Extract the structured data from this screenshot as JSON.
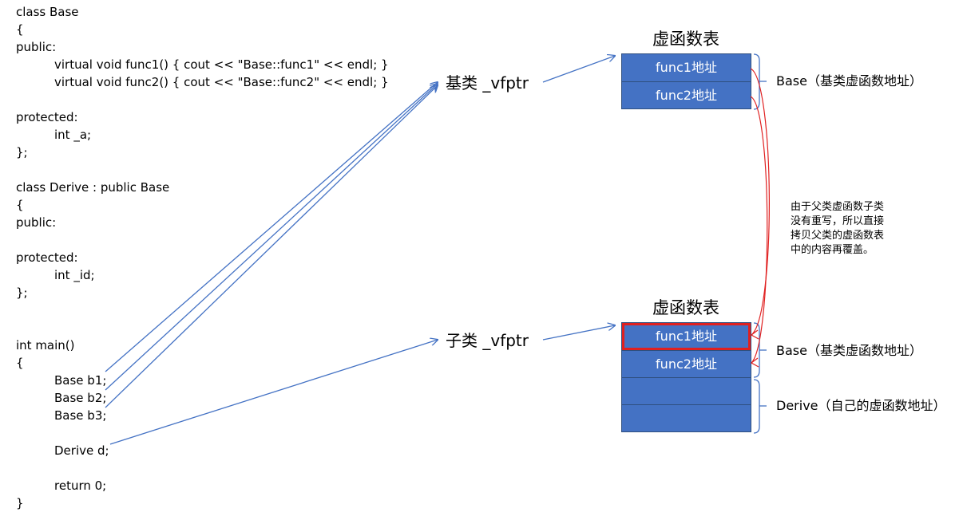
{
  "code_lines": [
    {
      "text": "class Base",
      "indent": false
    },
    {
      "text": "{",
      "indent": false
    },
    {
      "text": "public:",
      "indent": false
    },
    {
      "text": "virtual void func1() { cout << \"Base::func1\" << endl; }",
      "indent": true
    },
    {
      "text": "virtual void func2() { cout << \"Base::func2\" << endl; }",
      "indent": true
    },
    {
      "text": "",
      "indent": false
    },
    {
      "text": "protected:",
      "indent": false
    },
    {
      "text": "int _a;",
      "indent": true
    },
    {
      "text": "};",
      "indent": false
    },
    {
      "text": "",
      "indent": false
    },
    {
      "text": "class Derive : public Base",
      "indent": false
    },
    {
      "text": "{",
      "indent": false
    },
    {
      "text": "public:",
      "indent": false
    },
    {
      "text": "",
      "indent": false
    },
    {
      "text": "protected:",
      "indent": false
    },
    {
      "text": "int _id;",
      "indent": true
    },
    {
      "text": "};",
      "indent": false
    },
    {
      "text": "",
      "indent": false
    },
    {
      "text": "",
      "indent": false
    },
    {
      "text": "int main()",
      "indent": false
    },
    {
      "text": "{",
      "indent": false
    },
    {
      "text": "Base b1;",
      "indent": true
    },
    {
      "text": "Base b2;",
      "indent": true
    },
    {
      "text": "Base b3;",
      "indent": true
    },
    {
      "text": "",
      "indent": false
    },
    {
      "text": "Derive d;",
      "indent": true
    },
    {
      "text": "",
      "indent": false
    },
    {
      "text": "return 0;",
      "indent": true
    },
    {
      "text": "}",
      "indent": false
    }
  ],
  "pointers": {
    "base_vfptr": "基类 _vfptr",
    "derive_vfptr": "子类 _vfptr"
  },
  "base_table": {
    "title": "虚函数表",
    "cells": [
      "func1地址",
      "func2地址"
    ],
    "group_label": "Base（基类虚函数地址）"
  },
  "derive_table": {
    "title": "虚函数表",
    "cells": [
      "func1地址",
      "func2地址",
      "",
      ""
    ],
    "highlighted_index": 0,
    "group_labels": [
      "Base（基类虚函数地址）",
      "Derive（自己的虚函数地址）"
    ]
  },
  "note": "由于父类虚函数子类\n没有重写，所以直接\n拷贝父类的虚函数表\n中的内容再覆盖。",
  "colors": {
    "cell_fill": "#4472c4",
    "arrow": "#4472c4",
    "copy_curve": "#e02020",
    "highlight": "#e02020",
    "brace": "#4472c4"
  }
}
